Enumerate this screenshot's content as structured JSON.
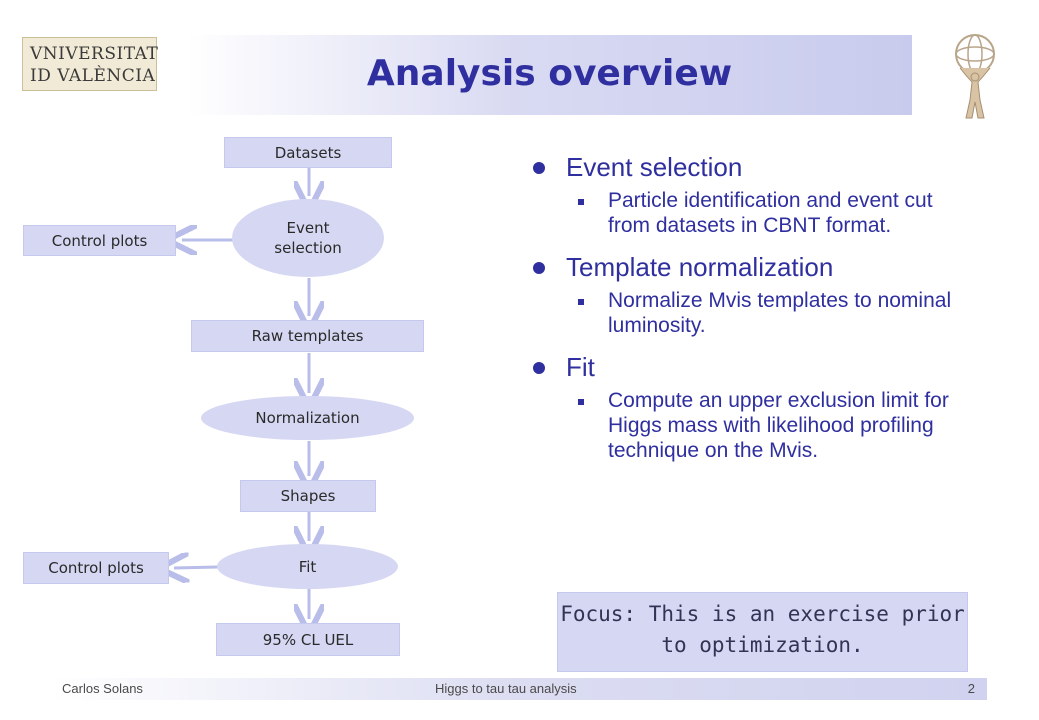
{
  "header": {
    "title": "Analysis overview",
    "logo": {
      "line1": "VNIVERSITAT",
      "line2": "ID VALÈNCIA"
    }
  },
  "flowchart": {
    "datasets": "Datasets",
    "event_selection": "Event\nselection",
    "control_plots_1": "Control plots",
    "raw_templates": "Raw templates",
    "normalization": "Normalization",
    "shapes": "Shapes",
    "fit": "Fit",
    "control_plots_2": "Control plots",
    "result": "95% CL UEL"
  },
  "bullets": [
    {
      "heading": "Event selection",
      "detail": "Particle identification and event cut from datasets in CBNT format."
    },
    {
      "heading": "Template normalization",
      "detail": "Normalize Mvis templates to nominal luminosity."
    },
    {
      "heading": "Fit",
      "detail": "Compute an upper exclusion limit for Higgs mass with likelihood profiling technique on the Mvis."
    }
  ],
  "focus": "Focus: This is an exercise prior to optimization.",
  "footer": {
    "author": "Carlos Solans",
    "talk": "Higgs to tau tau analysis",
    "page": "2"
  },
  "colors": {
    "accent": "#2f2f9f",
    "box_fill": "#d6d8f3",
    "arrow": "#b9bde9"
  }
}
